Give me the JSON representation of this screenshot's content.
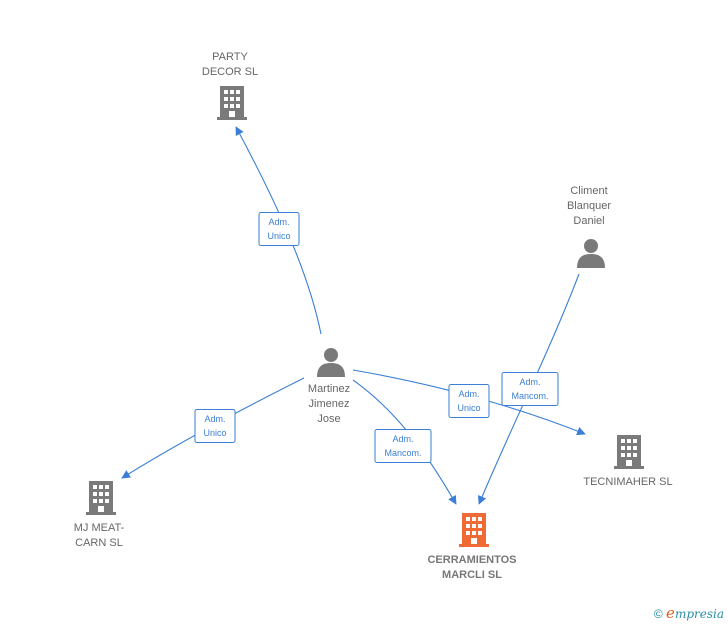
{
  "colors": {
    "edge": "#3a7fd5",
    "node": "#7a7a7a",
    "focus": "#f06a35"
  },
  "nodes": [
    {
      "id": "party",
      "type": "company",
      "lines": [
        "PARTY",
        "DECOR  SL"
      ],
      "focus": false
    },
    {
      "id": "climent",
      "type": "person",
      "lines": [
        "Climent",
        "Blanquer",
        "Daniel"
      ],
      "focus": false
    },
    {
      "id": "martinez",
      "type": "person",
      "lines": [
        "Martinez",
        "Jimenez",
        "Jose"
      ],
      "focus": false
    },
    {
      "id": "tecnimaher",
      "type": "company",
      "lines": [
        "TECNIMAHER SL"
      ],
      "focus": false
    },
    {
      "id": "mjmeat",
      "type": "company",
      "lines": [
        "MJ MEAT-",
        "CARN  SL"
      ],
      "focus": false
    },
    {
      "id": "cerramientos",
      "type": "company",
      "lines": [
        "CERRAMIENTOS",
        "MARCLI  SL"
      ],
      "focus": true
    }
  ],
  "edges": [
    {
      "id": "e1",
      "from": "martinez",
      "to": "party",
      "lines": [
        "Adm.",
        "Unico"
      ]
    },
    {
      "id": "e2",
      "from": "martinez",
      "to": "mjmeat",
      "lines": [
        "Adm.",
        "Unico"
      ]
    },
    {
      "id": "e3",
      "from": "martinez",
      "to": "cerramientos",
      "lines": [
        "Adm.",
        "Mancom."
      ]
    },
    {
      "id": "e4",
      "from": "martinez",
      "to": "tecnimaher",
      "lines": [
        "Adm.",
        "Unico"
      ]
    },
    {
      "id": "e5",
      "from": "climent",
      "to": "cerramientos",
      "lines": [
        "Adm.",
        "Mancom."
      ]
    }
  ],
  "footer": {
    "copyright_symbol": "©",
    "brand_initial": "e",
    "brand_rest": "mpresia"
  }
}
